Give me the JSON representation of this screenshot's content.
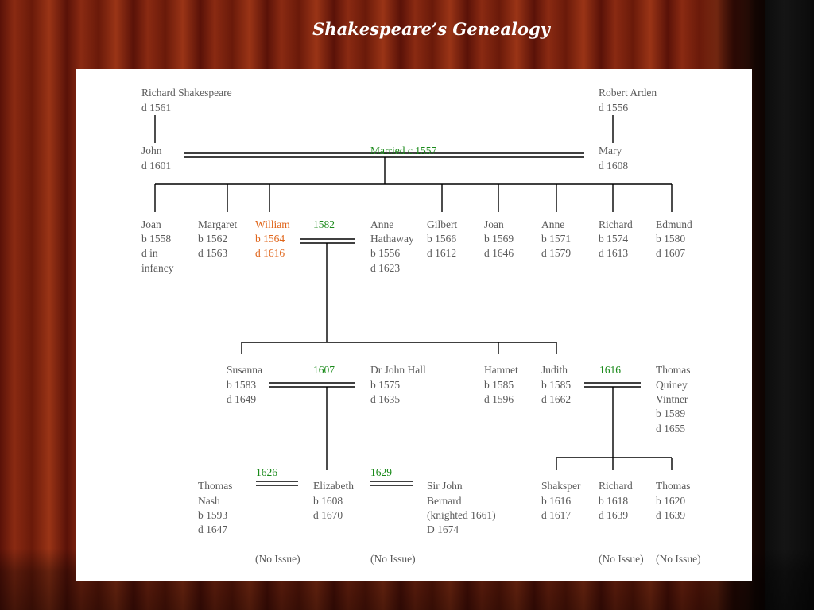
{
  "title": "Shakespeare’s Genealogy",
  "people": {
    "richard_shakespeare": [
      "Richard Shakespeare",
      "d 1561"
    ],
    "robert_arden": [
      "Robert Arden",
      "d 1556"
    ],
    "john": [
      "John",
      "d 1601"
    ],
    "mary": [
      "Mary",
      "d 1608"
    ],
    "joan1": [
      "Joan",
      "b 1558",
      "d in",
      "infancy"
    ],
    "margaret": [
      "Margaret",
      "b 1562",
      "d 1563"
    ],
    "william": [
      "William",
      "b 1564",
      "d 1616"
    ],
    "anne_hathaway": [
      "Anne",
      "Hathaway",
      "b 1556",
      "d 1623"
    ],
    "gilbert": [
      "Gilbert",
      "b 1566",
      "d 1612"
    ],
    "joan2": [
      "Joan",
      "b 1569",
      "d 1646"
    ],
    "anne": [
      "Anne",
      "b 1571",
      "d 1579"
    ],
    "richard": [
      "Richard",
      "b 1574",
      "d 1613"
    ],
    "edmund": [
      "Edmund",
      "b 1580",
      "d 1607"
    ],
    "susanna": [
      "Susanna",
      "b 1583",
      "d 1649"
    ],
    "john_hall": [
      "Dr John Hall",
      "b 1575",
      "d 1635"
    ],
    "hamnet": [
      "Hamnet",
      "b 1585",
      "d 1596"
    ],
    "judith": [
      "Judith",
      "b 1585",
      "d 1662"
    ],
    "thomas_quiney": [
      "Thomas",
      "Quiney",
      "Vintner",
      "b 1589",
      "d 1655"
    ],
    "thomas_nash": [
      "Thomas",
      "Nash",
      "b 1593",
      "d 1647"
    ],
    "elizabeth": [
      "Elizabeth",
      "b 1608",
      "d 1670"
    ],
    "john_bernard": [
      "Sir John",
      "Bernard",
      "(knighted 1661)",
      "D 1674"
    ],
    "shaksper": [
      "Shaksper",
      "b 1616",
      "d 1617"
    ],
    "richard2": [
      "Richard",
      "b 1618",
      "d 1639"
    ],
    "thomas3": [
      "Thomas",
      "b 1620",
      "d 1639"
    ]
  },
  "marriages": {
    "john_mary": "Married c 1557",
    "william_anne": "1582",
    "susanna_hall": "1607",
    "judith_quiney": "1616",
    "nash_elizabeth": "1626",
    "elizabeth_bernard": "1629"
  },
  "no_issue": {
    "nash": "(No Issue)",
    "bernard": "(No Issue)",
    "richard2": "(No Issue)",
    "thomas3": "(No Issue)"
  },
  "colors": {
    "highlight": "#e0651a",
    "marriage": "#1a8a1a",
    "text": "#5a5a5a"
  }
}
